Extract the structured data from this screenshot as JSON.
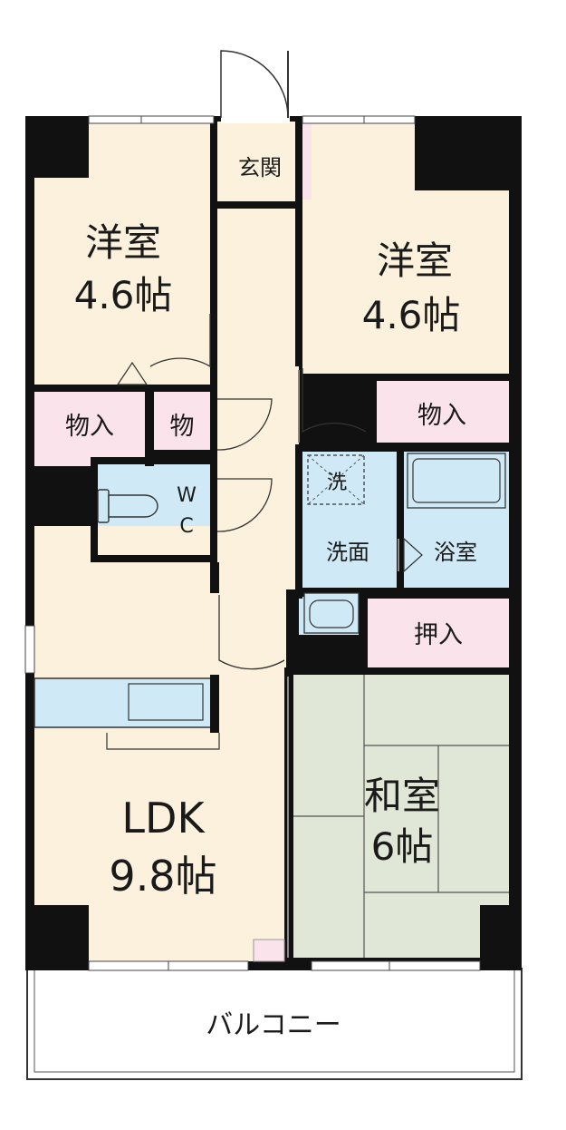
{
  "rooms": {
    "western_left": {
      "name": "洋室",
      "size": "4.6帖"
    },
    "western_right": {
      "name": "洋室",
      "size": "4.6帖"
    },
    "ldk": {
      "name": "LDK",
      "size": "9.8帖"
    },
    "japanese": {
      "name": "和室",
      "size": "6帖"
    }
  },
  "labels": {
    "entrance": "玄関",
    "storage_left": "物入",
    "storage_small": "物",
    "storage_right": "物入",
    "toilet_w": "W",
    "toilet_c": "C",
    "washer": "洗",
    "washroom": "洗面",
    "bathroom": "浴室",
    "closet": "押入",
    "balcony": "バルコニー"
  },
  "colors": {
    "floor": "#fbf1dc",
    "storage": "#fbe3ec",
    "wet": "#cfeaf6",
    "tatami": "#e1e7d6",
    "wall": "#111111"
  }
}
